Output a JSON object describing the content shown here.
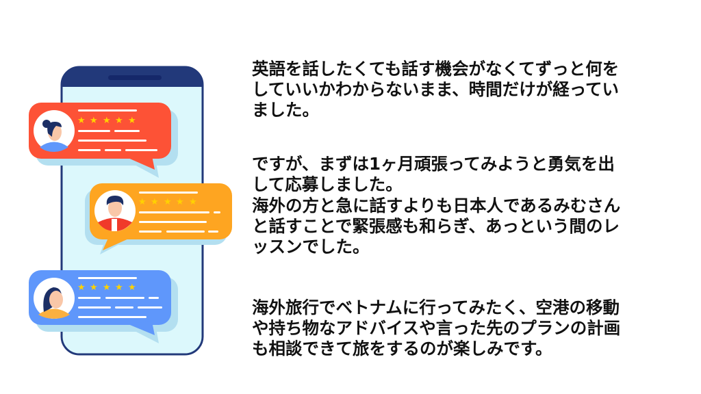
{
  "paragraphs": [
    {
      "lines": [
        "英語を話したくても話す機会がなくてずっと何を",
        "していいかわからないまま、時間だけが経ってい",
        "ました。"
      ]
    },
    {
      "lines": [
        "ですが、まずは1ヶ月頑張ってみようと勇気を出",
        "して応募しました。"
      ]
    },
    {
      "lines": [
        "海外の方と急に話すよりも日本人であるみむさん",
        "と話すことで緊張感も和らぎ、あっという間のレ",
        "ッスンでした。"
      ]
    },
    {
      "lines": [
        "海外旅行でベトナムに行ってみたく、空港の移動",
        "や持ち物なアドバイスや言った先のプランの計画",
        "も相談できて旅をするのが楽しみです。"
      ]
    }
  ],
  "illustration": {
    "reviews": [
      {
        "color": "#fd5236",
        "rating": 5
      },
      {
        "color": "#fea521",
        "rating": 5
      },
      {
        "color": "#5f97fb",
        "rating": 5
      }
    ],
    "phone_color": "#22397a",
    "screen_color": "#dcf8fc",
    "star_color": "#ffd200"
  }
}
